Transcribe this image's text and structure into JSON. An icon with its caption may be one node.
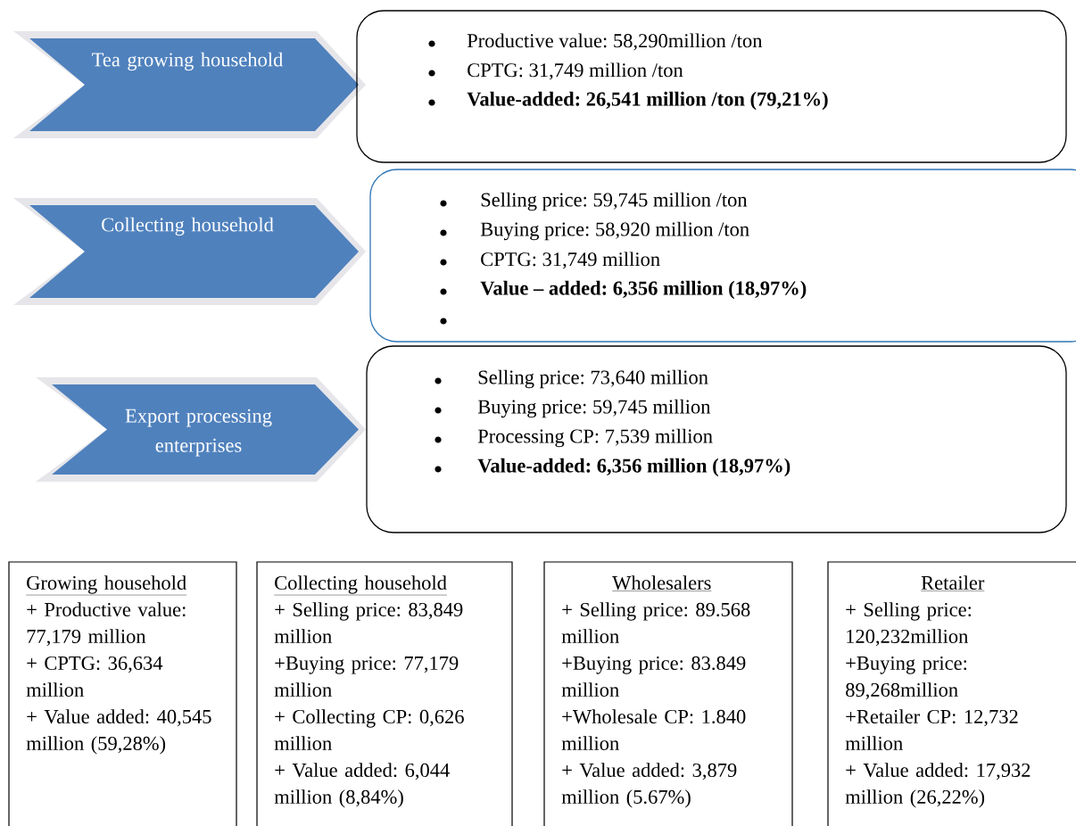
{
  "diagram": {
    "nodes": [
      {
        "text": [
          "Tea growing household"
        ]
      },
      {
        "text": [
          "Collecting household"
        ]
      },
      {
        "text": [
          "Export processing enterprises"
        ]
      },
      {
        "text": [
          "Productive value: 58,290million /ton",
          "CPTG: 31,749 million /ton",
          "Value-added: 26,541 million /ton (79,21%)"
        ]
      },
      {
        "text": [
          "Selling price: 59,745 million /ton",
          "Buying price: 58,920 million /ton",
          "CPTG: 31,749 million",
          "Value – added: 6,356 million (18,97%)"
        ]
      },
      {
        "text": [
          "Selling price: 73,640 million",
          "Buying price: 59,745 million",
          "Processing CP: 7,539 million",
          "Value-added: 6,356 million (18,97%)"
        ]
      },
      {
        "text": [
          "Growing household",
          "+ Productive value: 77,179 million",
          "+ CPTG: 36,634 million",
          "+ Value added: 40,545 million (59,28%)"
        ]
      },
      {
        "text": [
          "Collecting household",
          "+ Selling price: 83,849 million",
          "+Buying price: 77,179 million",
          "+ Collecting CP: 0,626 million",
          "+ Value added: 6,044 million (8,84%)"
        ]
      },
      {
        "text": [
          "Wholesalers",
          "+ Selling price: 89.568 million",
          "+Buying price: 83.849 million",
          "+Wholesale CP: 1.840 million",
          "+ Value added: 3,879 million (5.67%)"
        ]
      },
      {
        "text": [
          "Retailer",
          "+ Selling price: 120,232million",
          "+Buying price: 89,268million",
          "+Retailer CP: 12,732 million",
          "+ Value added: 17,932 million (26,22%)"
        ]
      }
    ]
  }
}
